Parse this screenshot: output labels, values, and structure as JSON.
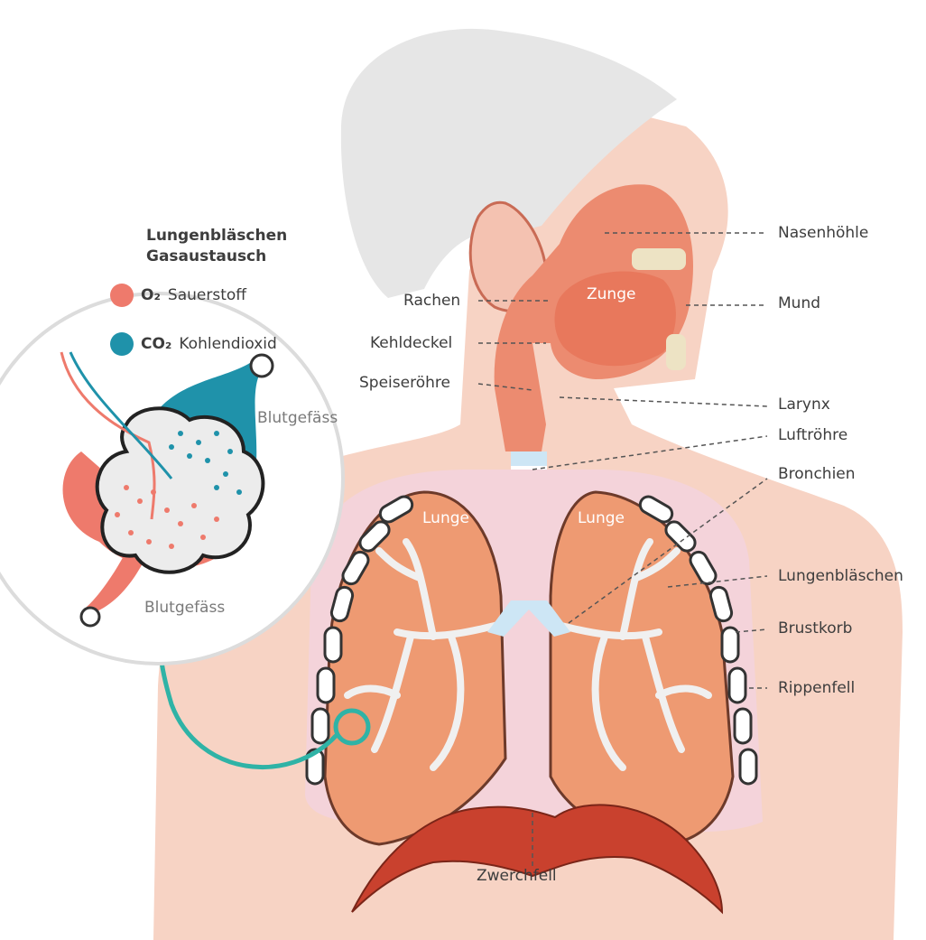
{
  "colors": {
    "skin": "#f7d3c4",
    "hair": "#e6e6e6",
    "lung": "#ee9a72",
    "tissue": "#ec8b70",
    "oxygen": "#ee7a6c",
    "co2": "#1f92aa",
    "arrow": "#2fb3a6",
    "pleura": "#f4d3da",
    "rib": "#c9412e",
    "trachea": "#cde6f5"
  },
  "legend": {
    "title_line1": "Lungenbläschen",
    "title_line2": "Gasaustausch",
    "o2_symbol": "O₂",
    "o2_label": "Sauerstoff",
    "co2_symbol": "CO₂",
    "co2_label": "Kohlendioxid"
  },
  "inset": {
    "vessel_top": "Blutgefäss",
    "vessel_bottom": "Blutgefäss"
  },
  "labels": {
    "nasenhoehle": "Nasenhöhle",
    "mund": "Mund",
    "rachen": "Rachen",
    "zunge": "Zunge",
    "kehldeckel": "Kehldeckel",
    "speiseroehre": "Speiseröhre",
    "larynx": "Larynx",
    "luftroehre": "Luftröhre",
    "bronchien": "Bronchien",
    "lunge_left": "Lunge",
    "lunge_right": "Lunge",
    "lungenblaeschen": "Lungenbläschen",
    "brustkorb": "Brustkorb",
    "rippenfell": "Rippenfell",
    "zwerchfell": "Zwerchfell"
  }
}
